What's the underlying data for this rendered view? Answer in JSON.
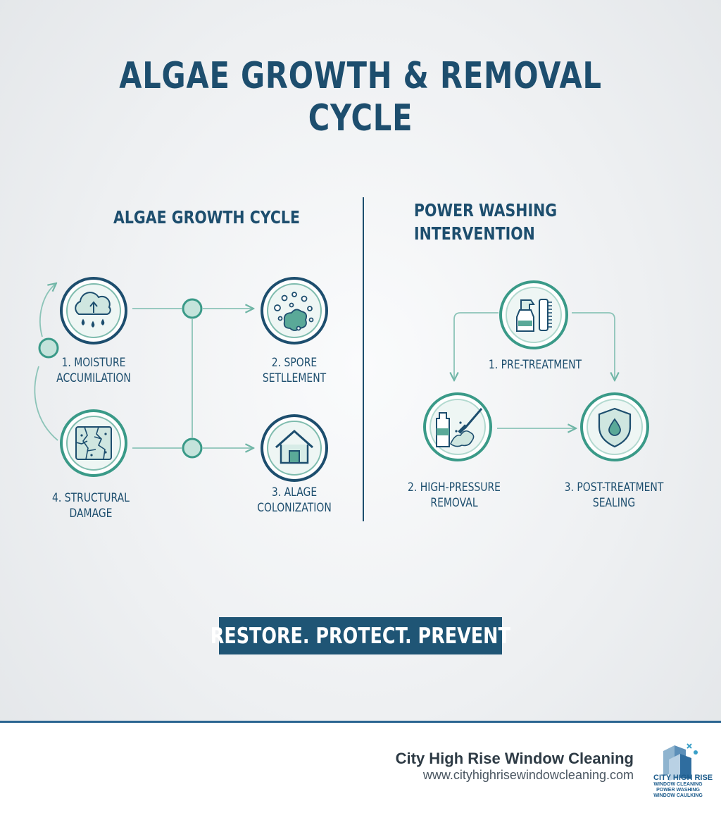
{
  "title": "ALGAE GROWTH & REMOVAL CYCLE",
  "growth_cycle": {
    "heading": "ALGAE GROWTH CYCLE",
    "steps": [
      {
        "line1": "1. MOISTURE",
        "line2": "ACCUMILATION",
        "icon": "rain-cloud-icon"
      },
      {
        "line1": "2. SPORE",
        "line2": "SETLLEMENT",
        "icon": "spores-icon"
      },
      {
        "line1": "3. ALAGE",
        "line2": "COLONIZATION",
        "icon": "house-icon"
      },
      {
        "line1": "4. STRUCTURAL",
        "line2": "DAMAGE",
        "icon": "cracked-surface-icon"
      }
    ]
  },
  "intervention": {
    "heading_line1": "POWER WASHING",
    "heading_line2": "INTERVENTION",
    "steps": [
      {
        "line1": "1. PRE-TREATMENT",
        "line2": "",
        "icon": "spray-bottle-brush-icon"
      },
      {
        "line1": "2. HIGH-PRESSURE",
        "line2": "REMOVAL",
        "icon": "pressure-washer-icon"
      },
      {
        "line1": "3. POST-TREATMENT",
        "line2": "SEALING",
        "icon": "shield-drop-icon"
      }
    ]
  },
  "tagline": "RESTORE. PROTECT. PREVENT",
  "footer": {
    "company": "City High Rise Window Cleaning",
    "website": "www.cityhighrisewindowcleaning.com",
    "logo_lines": [
      "CITY HIGH RISE",
      "WINDOW CLEANING",
      "POWER WASHING",
      "WINDOW CAULKING"
    ]
  },
  "colors": {
    "navy": "#1d4e6e",
    "teal": "#3a9a88",
    "light_teal": "#d7ece7"
  }
}
